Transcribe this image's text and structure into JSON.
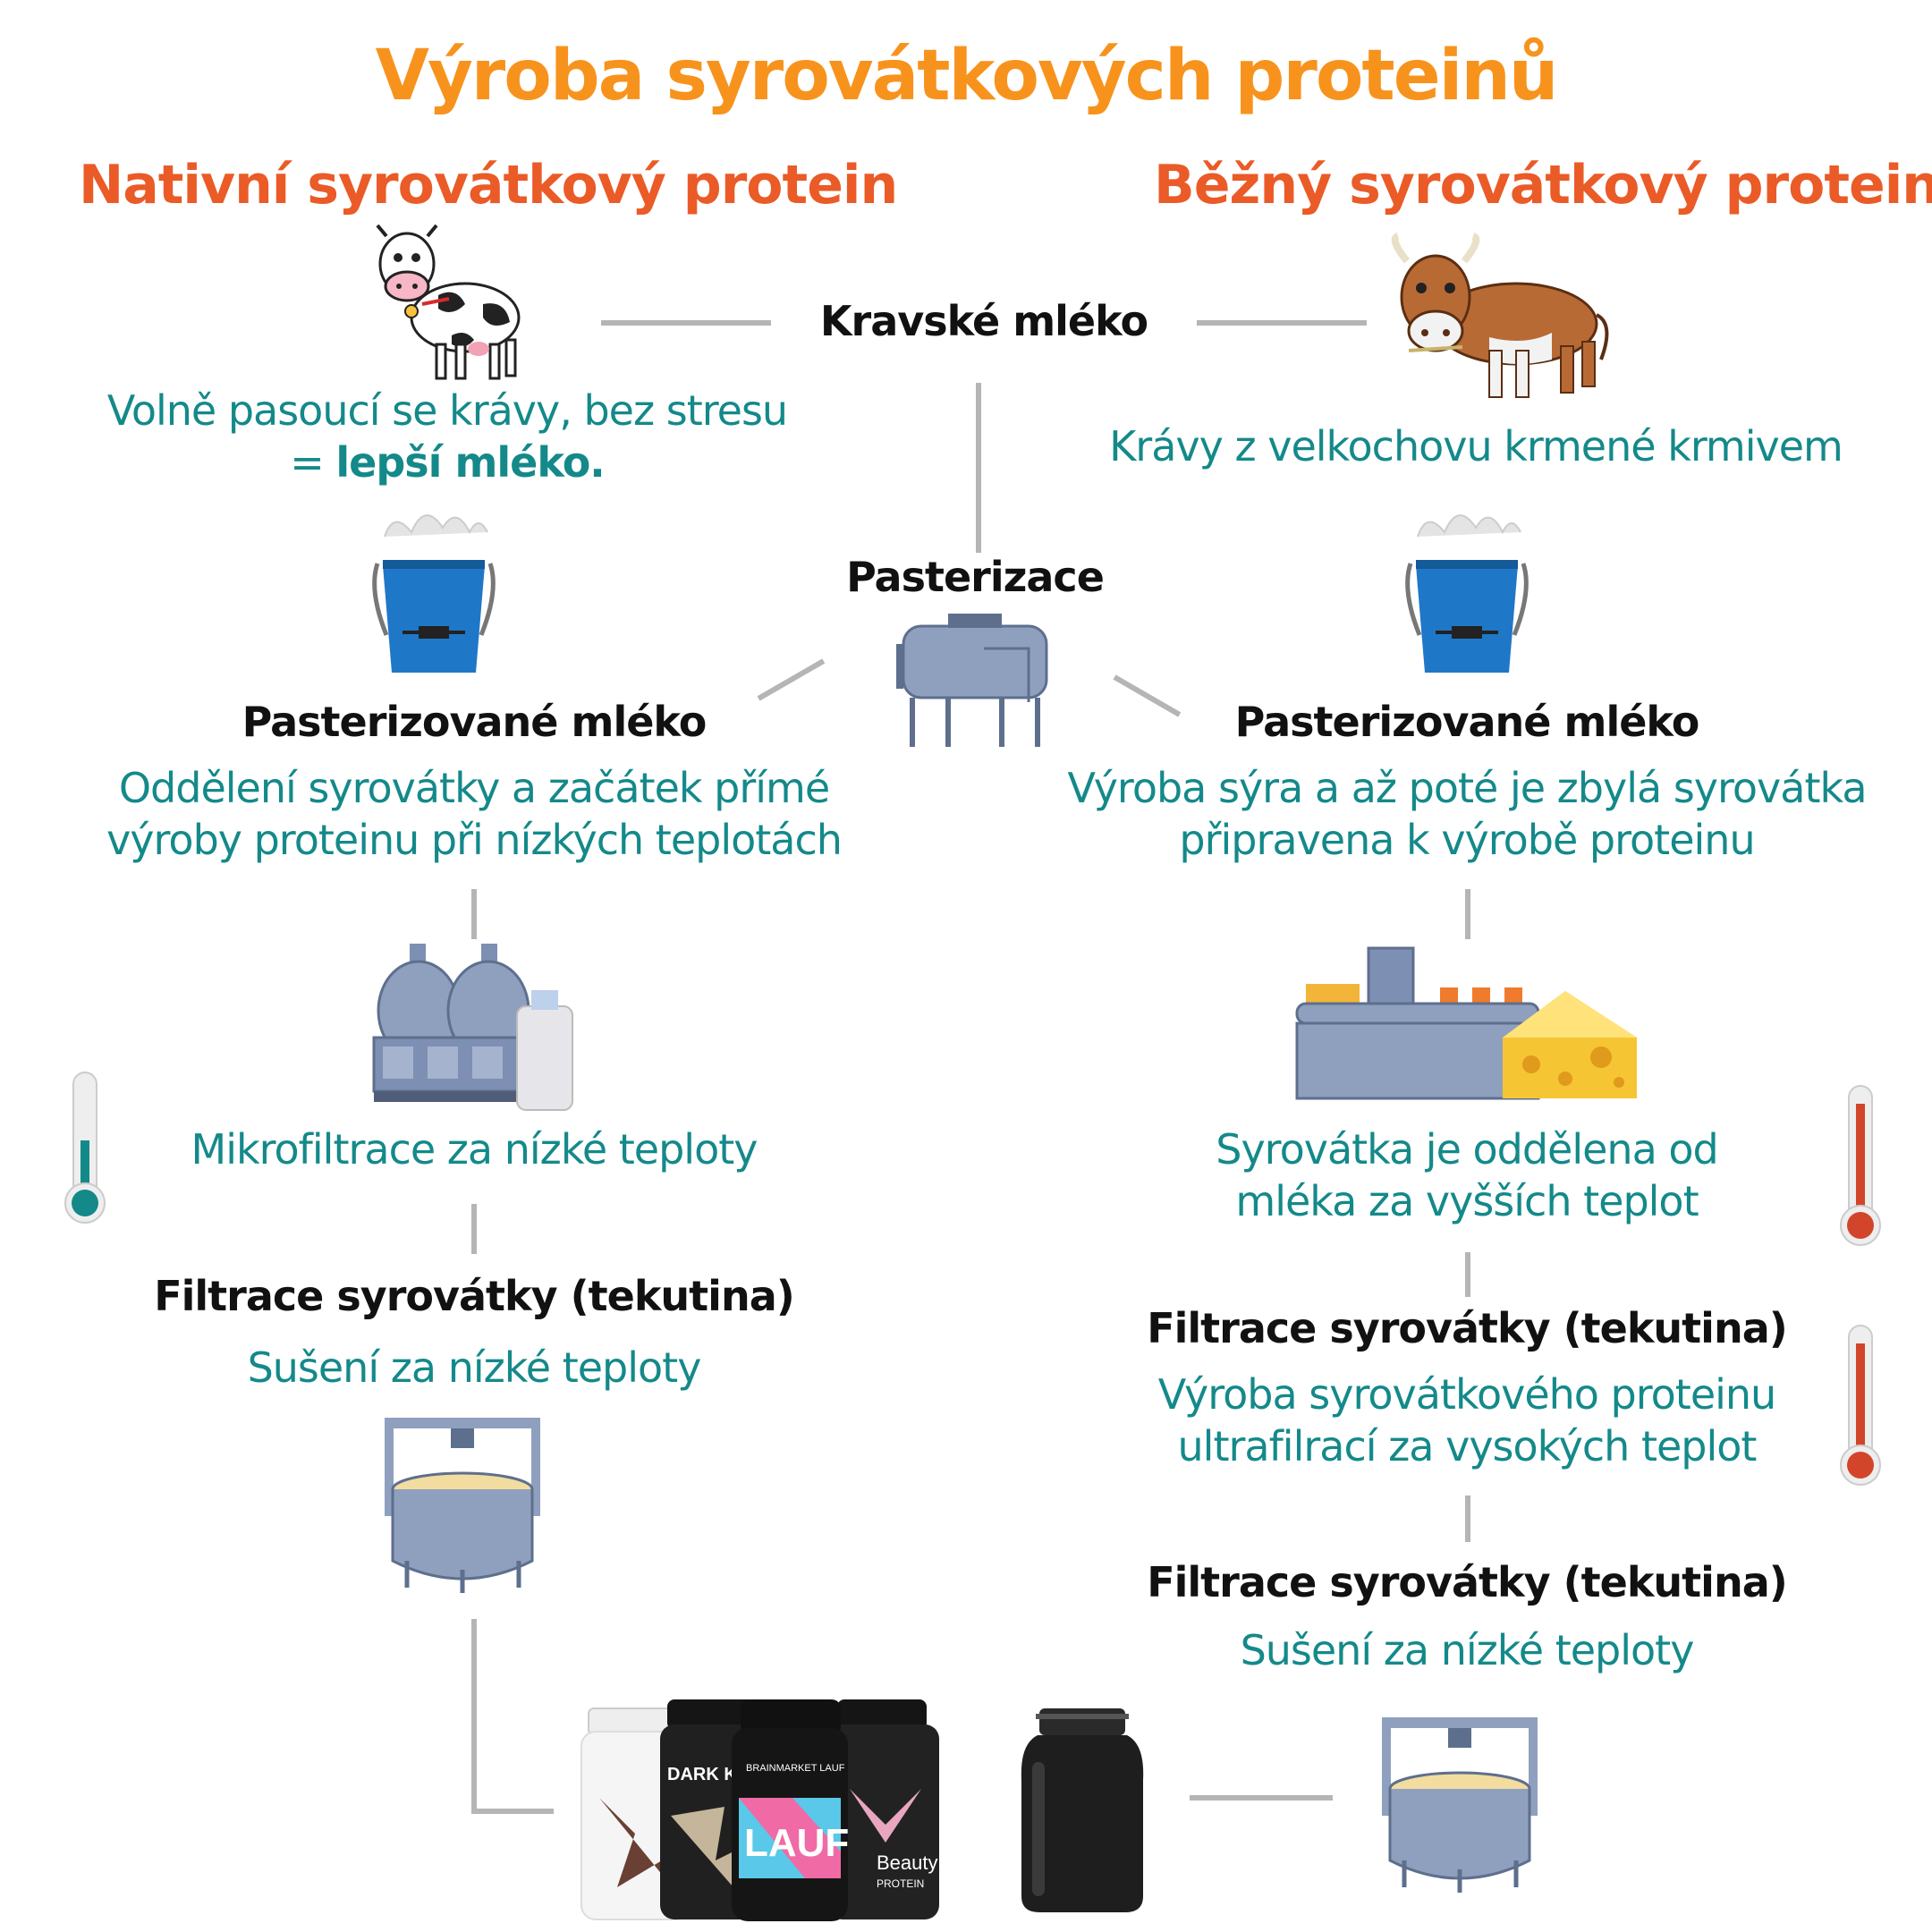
{
  "title": "Výroba syrovátkových proteinů",
  "left": {
    "heading": "Nativní syrovátkový protein",
    "cow_caption_line1": "Volně pasoucí se krávy, bez stresu",
    "cow_caption_line2_prefix": "= ",
    "cow_caption_line2_bold": "lepší mléko.",
    "pasteurized": "Pasterizované mléko",
    "separation_line1": "Oddělení syrovátky a začátek přímé",
    "separation_line2": "výroby proteinu při nízkých teplotách",
    "microfiltration": "Mikrofiltrace za nízké teploty",
    "filtration": "Filtrace syrovátky (tekutina)",
    "drying": "Sušení za nízké teploty"
  },
  "center": {
    "milk": "Kravské mléko",
    "pasteurization": "Pasterizace"
  },
  "right": {
    "heading": "Běžný syrovátkový protein",
    "cow_caption": "Krávy z velkochovu krmené krmivem",
    "pasteurized": "Pasterizované mléko",
    "cheese_line1": "Výroba sýra a až poté je zbylá syrovátka",
    "cheese_line2": "připravena k výrobě proteinu",
    "separated_line1": "Syrovátka je oddělena od",
    "separated_line2": "mléka za vyšších teplot",
    "filtration1": "Filtrace syrovátky (tekutina)",
    "ultra_line1": "Výroba syrovátkového proteinu",
    "ultra_line2": "ultrafilrací za vysokých teplot",
    "filtration2": "Filtrace syrovátky (tekutina)",
    "drying": "Sušení za nízké teploty"
  },
  "products": {
    "jar2_label": "DARK KNIG",
    "jar3_brand": "BRAINMARKET LAUF",
    "jar3_label": "LAUF",
    "jar4_label": "Beauty",
    "jar4_sub": "PROTEIN"
  },
  "colors": {
    "title": "#f7931d",
    "heading": "#ea5b27",
    "teal": "#14898a",
    "thermo_cold": "#14898a",
    "thermo_hot": "#d2452b"
  }
}
